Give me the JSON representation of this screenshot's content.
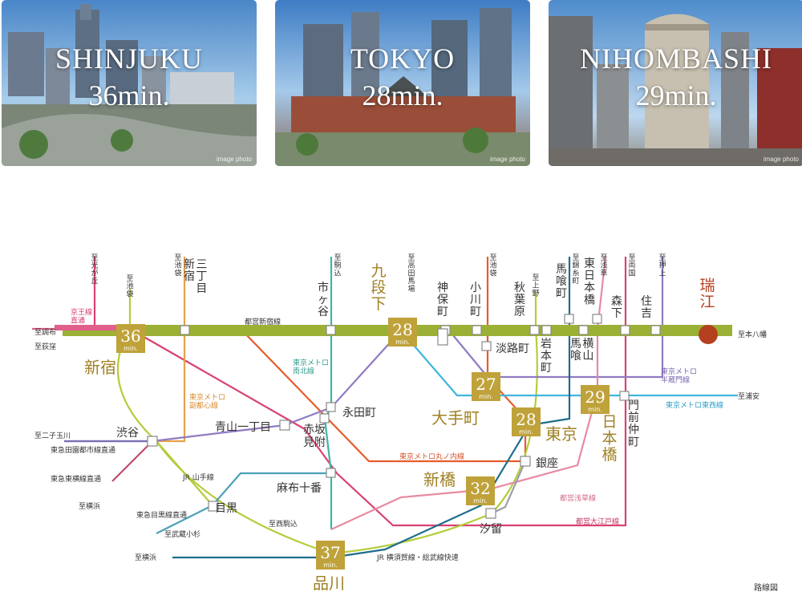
{
  "photos": [
    {
      "city": "SHINJUKU",
      "time": "36min.",
      "tag": "image photo",
      "sky": "#6aa4d8",
      "ground": "#7a8a7c"
    },
    {
      "city": "TOKYO",
      "time": "28min.",
      "tag": "image photo",
      "sky": "#5e97d2",
      "ground": "#8a5a4a"
    },
    {
      "city": "NIHOMBASHI",
      "time": "29min.",
      "tag": "image photo",
      "sky": "#7eb0de",
      "ground": "#9a9488"
    }
  ],
  "map": {
    "note": "路線図",
    "colors": {
      "shinjuku_line": "#9bb135",
      "badge": "#bfa23a",
      "mizue": "#b5401f",
      "keio": "#e05f8c",
      "marunouchi": "#e65c2b",
      "yamanote": "#b3cd3a",
      "fukutoshin": "#e7a14a",
      "namboku": "#3fb3a5",
      "hanzomon": "#8f7ac2",
      "tozai": "#3fb6dc",
      "oedo": "#d9426f",
      "asakusa": "#e88aa2",
      "hibiya": "#9aa0a6",
      "yokosuka": "#1f6e8c",
      "denentoshi": "#7c6fb5",
      "toyoko": "#c04d6a",
      "meguro": "#4aa1b8",
      "text_gold": "#a08023"
    },
    "line_labels": {
      "toei_shinjuku": "都営新宿線",
      "keio": "京王線\n直通",
      "tokyo_metro_namboku": "東京メトロ\n南北線",
      "tokyo_metro_fukutoshin": "東京メトロ\n副都心線",
      "tokyo_metro_marunouchi": "東京メトロ丸ノ内線",
      "tokyo_metro_hanzomon": "東京メトロ\n半蔵門線",
      "tokyo_metro_tozai": "東京メトロ東西線",
      "jr_yamanote": "JR 山手線",
      "toei_asakusa": "都営浅草線",
      "toei_oedo": "都営大江戸線",
      "jr_yokosuka": "JR 横須賀線・総武線快速",
      "tokyu_denentoshi": "東急田園都市線直通",
      "tokyu_toyoko": "東急東横線直通",
      "tokyu_meguro": "東急目黒線直通"
    },
    "destinations": {
      "hikarigaoka": "至光が丘",
      "ikebukuro1": "至池袋",
      "ikebukuro2": "至池袋",
      "ikebukuro3": "至池袋",
      "chofu": "至調布",
      "ogikubo": "至荻窪",
      "komagome": "至駒込",
      "takadanobaba": "至高田馬場",
      "ueno": "至上野",
      "kinshicho": "至錦糸町",
      "asakusa": "至浅草",
      "ryogoku": "至両国",
      "oshiage": "至押上",
      "motoyawata": "至本八幡",
      "urayasu": "至浦安",
      "futakotamagawa": "至二子玉川",
      "yokohama1": "至横浜",
      "yokohama2": "至横浜",
      "musashikosugi": "至武蔵小杉",
      "nishikomagome": "至西駒込"
    },
    "stations": {
      "shinjuku": "新宿",
      "shinjuku_sanchome": "新宿\n三丁目",
      "ichigaya": "市ヶ谷",
      "kudanshita": "九段下",
      "jimbocho": "神保町",
      "ogawamachi": "小川町",
      "awajicho": "淡路町",
      "akihabara": "秋葉原",
      "iwamotocho": "岩本町",
      "bakurocho": "馬喰町",
      "higashinihombashi": "東日本橋",
      "bakuro_yokoyama": "馬喰\n横山",
      "morishita": "森下",
      "sumiyoshi": "住吉",
      "mizue": "瑞江",
      "otemachi": "大手町",
      "tokyo": "東京",
      "nihombashi": "日本橋",
      "monzennakacho": "門前仲町",
      "shibuya": "渋谷",
      "aoyama_itchome": "青山一丁目",
      "nagatacho": "永田町",
      "akasaka_mitsuke": "赤坂\n見附",
      "azabu_juban": "麻布十番",
      "ginza": "銀座",
      "shimbashi": "新橋",
      "shiodome": "汐留",
      "meguro": "目黒",
      "shinagawa": "品川"
    },
    "times": [
      {
        "station": "shinjuku",
        "minutes": "36",
        "unit": "min."
      },
      {
        "station": "kudanshita",
        "minutes": "28",
        "unit": "min."
      },
      {
        "station": "otemachi",
        "minutes": "27",
        "unit": "min."
      },
      {
        "station": "tokyo",
        "minutes": "28",
        "unit": "min."
      },
      {
        "station": "nihombashi",
        "minutes": "29",
        "unit": "min."
      },
      {
        "station": "shimbashi",
        "minutes": "32",
        "unit": "min."
      },
      {
        "station": "shinagawa",
        "minutes": "37",
        "unit": "min."
      }
    ]
  }
}
